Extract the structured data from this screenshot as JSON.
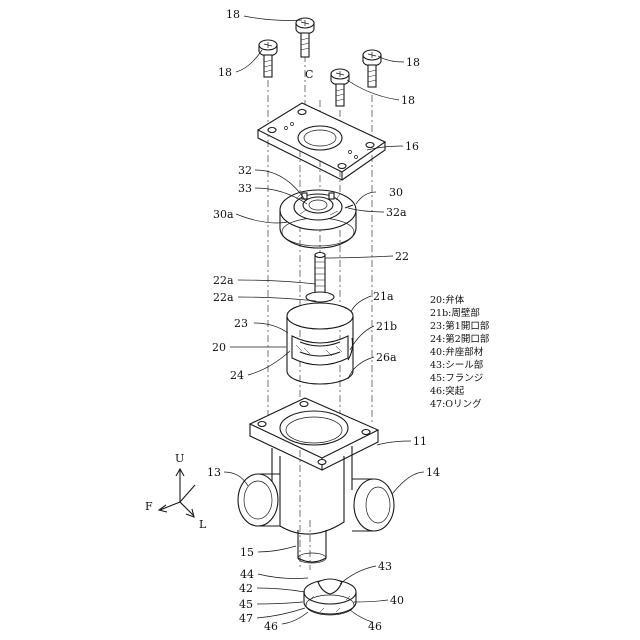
{
  "labels": {
    "n18a": "18",
    "n18b": "18",
    "n18c": "18",
    "n18d": "18",
    "c": "C",
    "n16": "16",
    "n32": "32",
    "n33": "33",
    "n30": "30",
    "n30a": "30a",
    "n32a": "32a",
    "n22": "22",
    "n22a_top": "22a",
    "n22a_bottom": "22a",
    "n21a": "21a",
    "n21b": "21b",
    "n23": "23",
    "n20": "20",
    "n24": "24",
    "n26a": "26a",
    "n11": "11",
    "n13": "13",
    "n14": "14",
    "n15": "15",
    "n44": "44",
    "n42": "42",
    "n43": "43",
    "n45": "45",
    "n40": "40",
    "n47": "47",
    "n46a": "46",
    "n46b": "46"
  },
  "axes": {
    "u": "U",
    "f": "F",
    "l": "L"
  },
  "legend": [
    "20:弁体",
    "21b:周壁部",
    "23:第1開口部",
    "24:第2開口部",
    "40:弁座部材",
    "43:シール部",
    "45:フランジ",
    "46:突起",
    "47:Oリング"
  ]
}
